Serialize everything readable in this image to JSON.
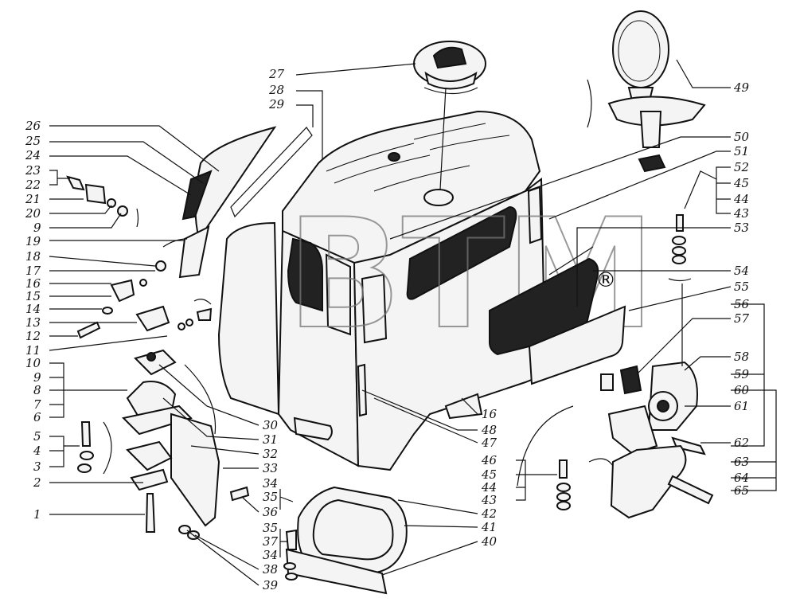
{
  "watermark": "BTM",
  "watermark_mark": "®",
  "callouts_left": [
    "26",
    "25",
    "24",
    "23",
    "22",
    "21",
    "20",
    "9",
    "19",
    "18",
    "17",
    "16",
    "15",
    "14",
    "13",
    "12",
    "11",
    "10",
    "9",
    "8",
    "7",
    "6",
    "5",
    "4",
    "3",
    "2",
    "1"
  ],
  "callouts_top": [
    "27",
    "28",
    "29"
  ],
  "callouts_center": [
    "30",
    "31",
    "32",
    "33",
    "34",
    "35",
    "36",
    "35",
    "37",
    "34",
    "38",
    "39"
  ],
  "callouts_mid": [
    "16",
    "48",
    "47",
    "46",
    "45",
    "44",
    "43",
    "42",
    "41",
    "40"
  ],
  "callouts_right": [
    "49",
    "50",
    "51",
    "52",
    "45",
    "44",
    "43",
    "53",
    "54",
    "55",
    "56",
    "57",
    "58",
    "59",
    "60",
    "61",
    "62",
    "63",
    "64",
    "65"
  ]
}
